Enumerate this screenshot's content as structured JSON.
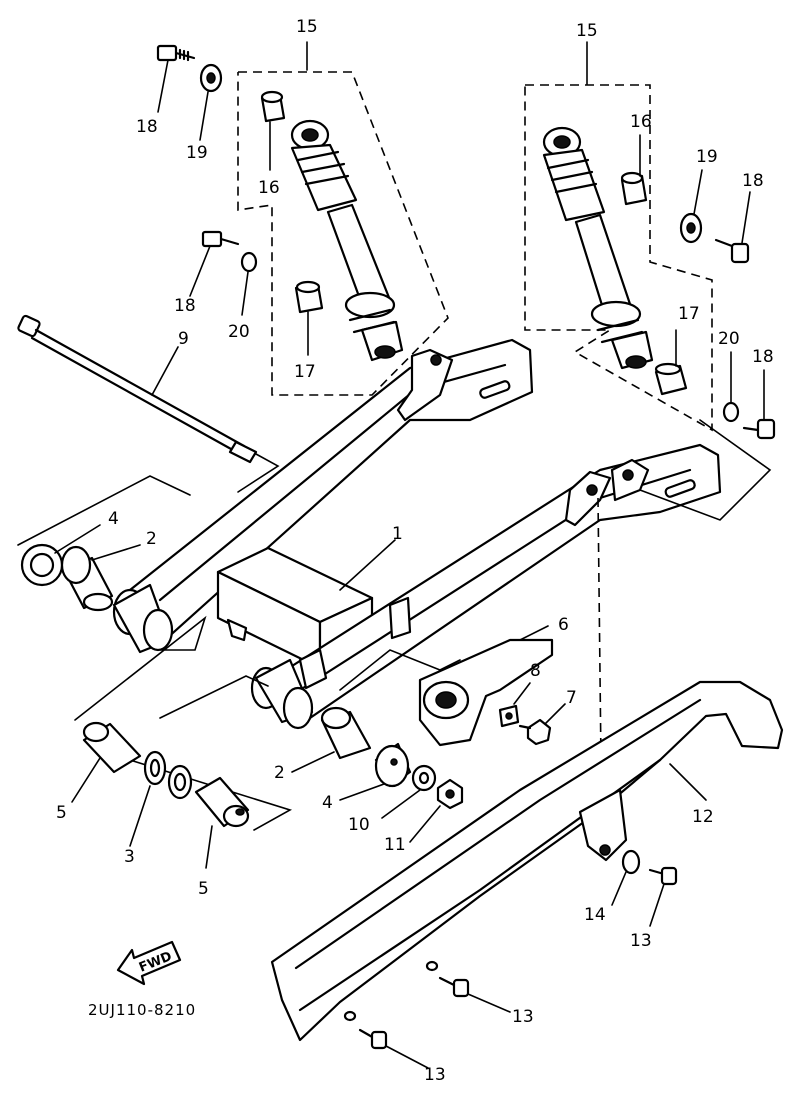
{
  "labels": {
    "l15a": "15",
    "l15b": "15",
    "l18a": "18",
    "l18b": "18",
    "l18c": "18",
    "l18d": "18",
    "l19a": "19",
    "l19b": "19",
    "l16a": "16",
    "l16b": "16",
    "l17a": "17",
    "l17b": "17",
    "l20a": "20",
    "l20b": "20",
    "l9": "9",
    "l4a": "4",
    "l4b": "4",
    "l2a": "2",
    "l2b": "2",
    "l1": "1",
    "l6": "6",
    "l8": "8",
    "l7": "7",
    "l5a": "5",
    "l5b": "5",
    "l3": "3",
    "l10": "10",
    "l11": "11",
    "l12": "12",
    "l14": "14",
    "l13a": "13",
    "l13b": "13",
    "l13c": "13"
  },
  "fwd": "FWD",
  "diagram_code": "2UJ110-8210"
}
